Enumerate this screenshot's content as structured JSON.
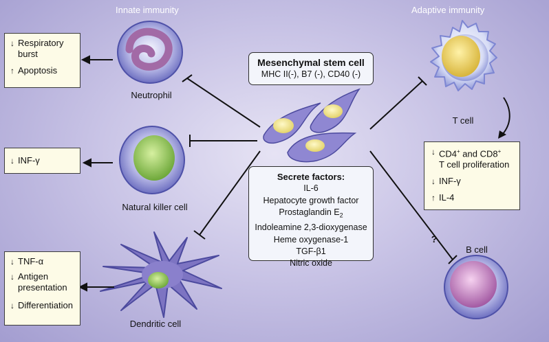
{
  "headers": {
    "innate": "Innate immunity",
    "adaptive": "Adaptive immunity"
  },
  "msc": {
    "title": "Mesenchymal stem cell",
    "markers": "MHC II(-), B7 (-), CD40 (-)"
  },
  "factors": {
    "title": "Secrete factors:",
    "items": [
      "IL-6",
      "Hepatocyte growth factor",
      "Prostaglandin E",
      "Indoleamine 2,3-dioxygenase",
      "Heme oxygenase-1",
      "TGF-β1",
      "Nitric oxide"
    ],
    "pge_subscript": "2"
  },
  "cells": {
    "neutrophil": "Neutrophil",
    "nk": "Natural killer cell",
    "dendritic": "Dendritic cell",
    "tcell": "T cell",
    "bcell": "B cell"
  },
  "neutrophil_box": {
    "line1": "Respiratory",
    "line2": "burst",
    "line3": "Apoptosis"
  },
  "nk_box": {
    "line1": "INF-γ"
  },
  "dc_box": {
    "line1": "TNF-α",
    "line2": "Antigen",
    "line3": "presentation",
    "line4": "Differentiation"
  },
  "tcell_box": {
    "cd4": "CD4",
    "sup": "+",
    "and": " and CD8",
    "sup2": "+",
    "line2": "T cell proliferation",
    "line3": "INF-γ",
    "line4": "IL-4"
  },
  "question": "?",
  "arrows": {
    "down": "↓",
    "up": "↑"
  },
  "colors": {
    "background": "#c9c4e6",
    "box_fill": "#fdfbe7",
    "msc_fill": "#f3f5fb",
    "nk_nucleus": "#a9d46a",
    "t_nucleus": "#f2dc72",
    "b_cell": "#d8a7d2"
  }
}
